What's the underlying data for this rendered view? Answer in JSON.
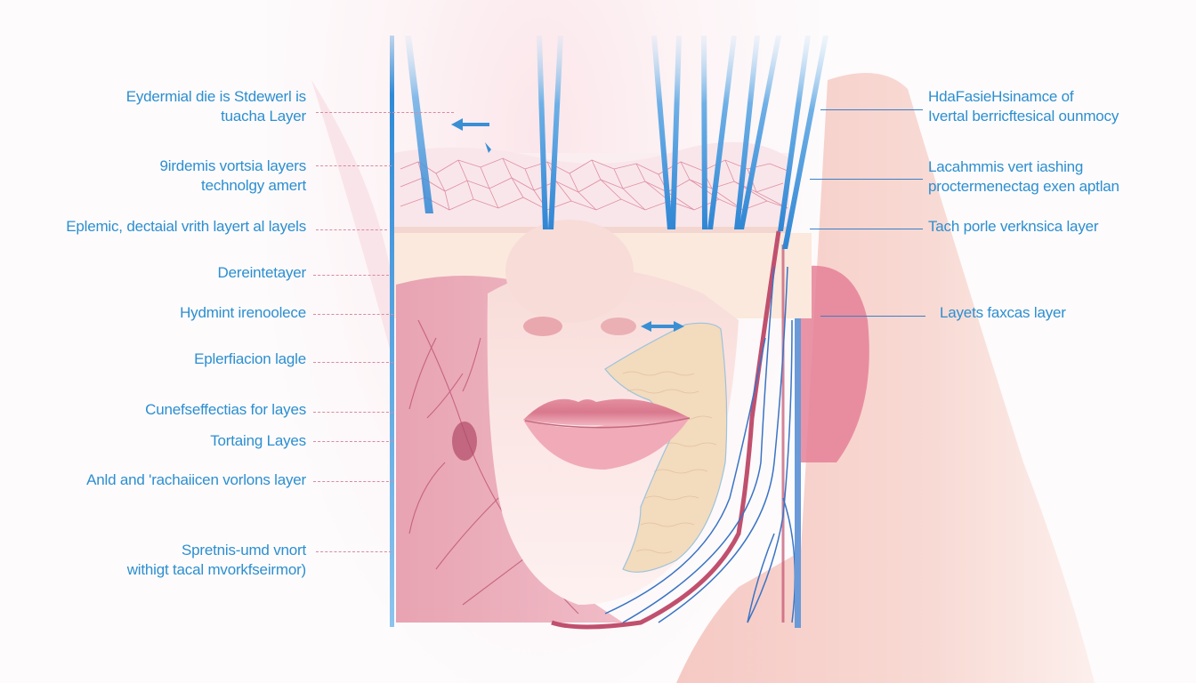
{
  "diagram": {
    "type": "anatomical-illustration",
    "subject": "facial skin layers cross-section (lower face, lips, jaw)",
    "colors": {
      "label_text": "#2c8fd0",
      "needle_blue": "#3b8fd6",
      "skin_pink": "#f2c4cc",
      "tissue_pink": "#e59aaa",
      "fat_beige": "#f2dcc0",
      "vessel_red": "#c0506e",
      "vessel_blue": "#3a74c4",
      "leader_dashed": "#d98aa0"
    },
    "left_labels": [
      {
        "id": "l1",
        "lines": [
          "Eydermial die is Stdewerl is",
          "tuacha Layer"
        ]
      },
      {
        "id": "l2",
        "lines": [
          "9irdemis vortsia layers",
          "technolgy amert"
        ]
      },
      {
        "id": "l3",
        "lines": [
          "Eplemic, dectaial vrith layert al layels"
        ]
      },
      {
        "id": "l4",
        "lines": [
          "Dereintetayer"
        ]
      },
      {
        "id": "l5",
        "lines": [
          "Hydmint irenoolece"
        ]
      },
      {
        "id": "l6",
        "lines": [
          "Eplerfiacion lagle"
        ]
      },
      {
        "id": "l7",
        "lines": [
          "Cunefseffectias for layes"
        ]
      },
      {
        "id": "l8",
        "lines": [
          "Tortaing Layes"
        ]
      },
      {
        "id": "l9",
        "lines": [
          "Anld and 'rachaiicen vorlons layer"
        ]
      },
      {
        "id": "l10",
        "lines": [
          "Spretnis-umd vnort",
          "withigt tacal mvorkfseirmor)"
        ]
      }
    ],
    "right_labels": [
      {
        "id": "r1",
        "lines": [
          "HdaFasieHsinamce of",
          "Ivertal berricftesical ounmocy"
        ]
      },
      {
        "id": "r2",
        "lines": [
          "Lacahmmis vert iashing",
          "proctermenectag exen aptlan"
        ]
      },
      {
        "id": "r3",
        "lines": [
          "Tach porle verknsica layer"
        ]
      },
      {
        "id": "r4",
        "lines": [
          "Layets faxcas layer"
        ]
      }
    ]
  }
}
